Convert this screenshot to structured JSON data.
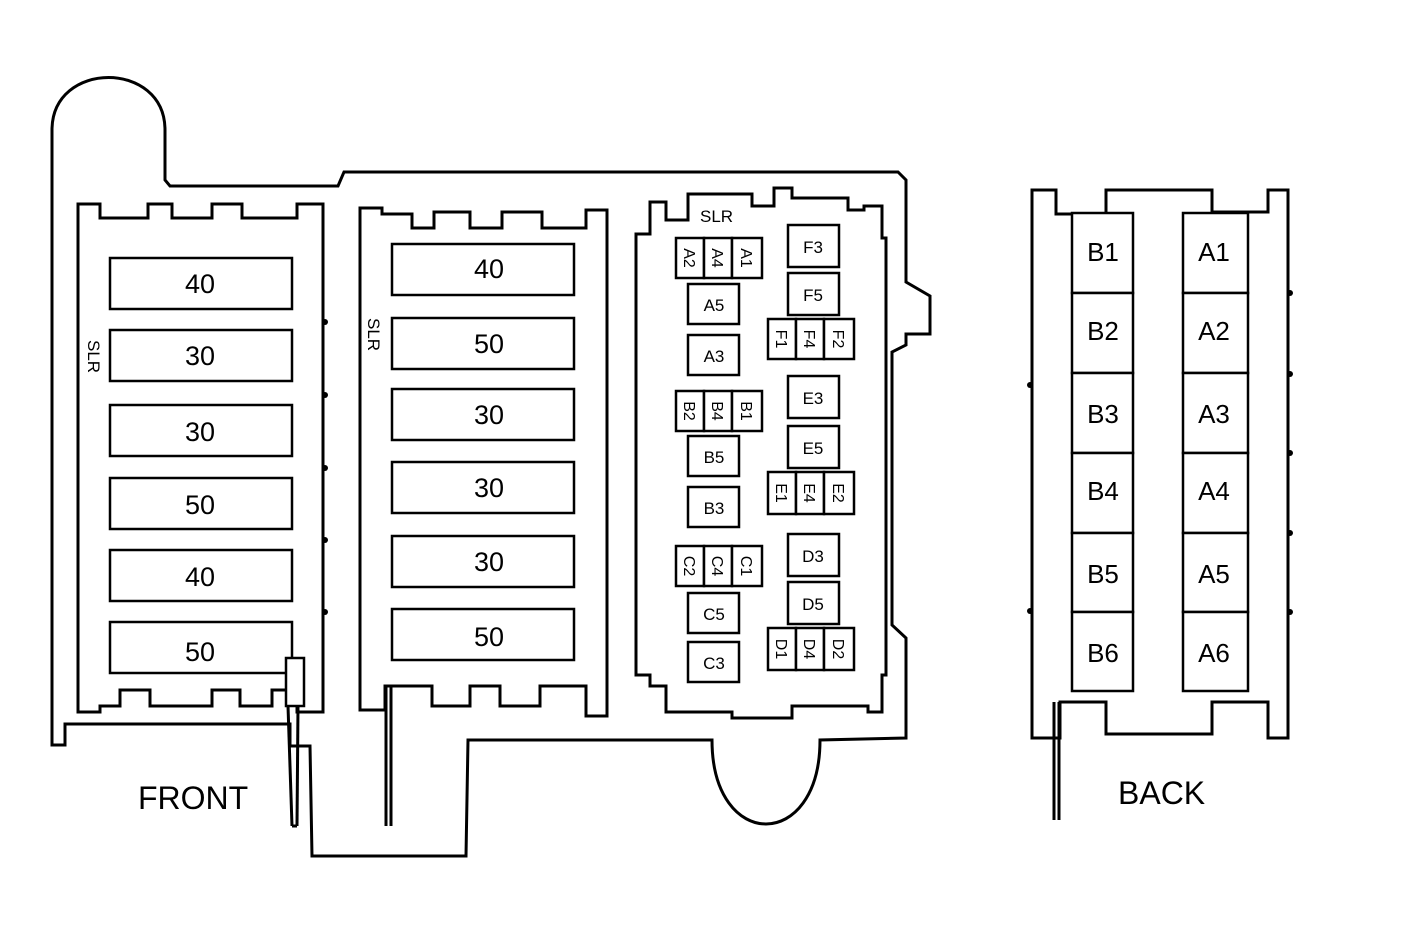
{
  "front": {
    "label": "FRONT",
    "slr_left": "SLR",
    "slr_middle": "SLR",
    "slr_right": "SLR",
    "left_fuses": [
      "40",
      "30",
      "30",
      "50",
      "40",
      "50"
    ],
    "mid_fuses": [
      "40",
      "50",
      "30",
      "30",
      "30",
      "50"
    ],
    "relay_groups": {
      "a": {
        "triple": [
          "A2",
          "A4",
          "A1"
        ],
        "singles": [
          "A5",
          "A3"
        ]
      },
      "b": {
        "triple": [
          "B2",
          "B4",
          "B1"
        ],
        "singles": [
          "B5",
          "B3"
        ]
      },
      "c": {
        "triple": [
          "C2",
          "C4",
          "C1"
        ],
        "singles": [
          "C5",
          "C3"
        ]
      },
      "f": {
        "singles": [
          "F3",
          "F5"
        ],
        "triple": [
          "F1",
          "F4",
          "F2"
        ]
      },
      "e": {
        "singles": [
          "E3",
          "E5"
        ],
        "triple": [
          "E1",
          "E4",
          "E2"
        ]
      },
      "d": {
        "singles": [
          "D3",
          "D5"
        ],
        "triple": [
          "D1",
          "D4",
          "D2"
        ]
      }
    }
  },
  "back": {
    "label": "BACK",
    "col_b": [
      "B1",
      "B2",
      "B3",
      "B4",
      "B5",
      "B6"
    ],
    "col_a": [
      "A1",
      "A2",
      "A3",
      "A4",
      "A5",
      "A6"
    ]
  }
}
